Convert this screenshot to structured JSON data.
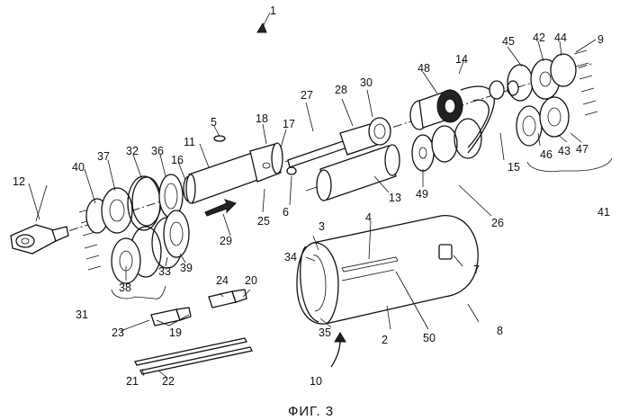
{
  "figure": {
    "caption": "ФИГ. 3",
    "labels": {
      "l1": "1",
      "l2": "2",
      "l3": "3",
      "l4": "4",
      "l5": "5",
      "l6": "6",
      "l7": "7",
      "l8": "8",
      "l9": "9",
      "l10": "10",
      "l11": "11",
      "l12": "12",
      "l13": "13",
      "l14": "14",
      "l15": "15",
      "l16": "16",
      "l17": "17",
      "l18": "18",
      "l19": "19",
      "l20": "20",
      "l21": "21",
      "l22": "22",
      "l23": "23",
      "l24": "24",
      "l25": "25",
      "l26": "26",
      "l27": "27",
      "l28": "28",
      "l29": "29",
      "l30": "30",
      "l31": "31",
      "l32": "32",
      "l33": "33",
      "l34": "34",
      "l35": "35",
      "l36": "36",
      "l37": "37",
      "l38": "38",
      "l39": "39",
      "l40": "40",
      "l41": "41",
      "l42": "42",
      "l43": "43",
      "l44": "44",
      "l45": "45",
      "l46": "46",
      "l47": "47",
      "l48": "48",
      "l49": "49",
      "l50": "50"
    }
  }
}
